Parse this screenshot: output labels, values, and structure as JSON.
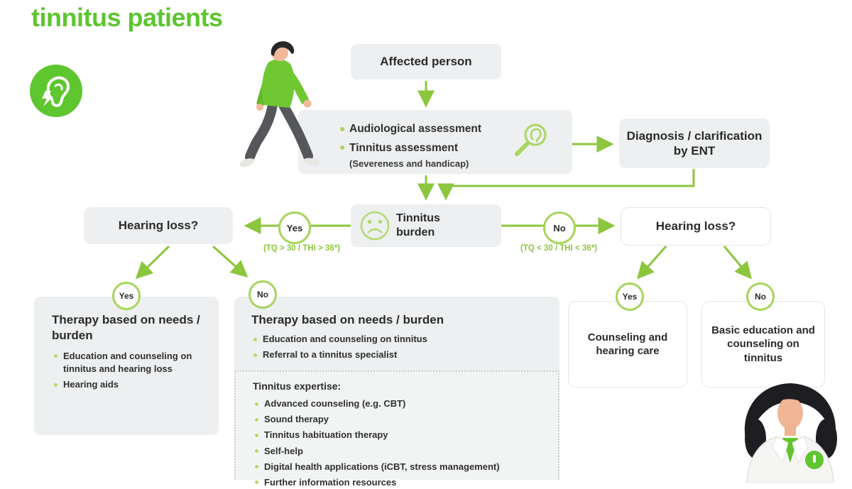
{
  "title": "tinnitus patients",
  "labels": {
    "yes": "Yes",
    "no": "No"
  },
  "nodes": {
    "affected_person": "Affected person",
    "assessment_items": [
      "Audiological assessment",
      "Tinnitus assessment"
    ],
    "assessment_note": "(Severeness and handicap)",
    "diagnosis": "Diagnosis / clarification by ENT",
    "tinnitus_burden": "Tinnitus burden",
    "hearing_loss_left": "Hearing loss?",
    "hearing_loss_right": "Hearing loss?",
    "threshold_high": "(TQ > 30 / THI > 36*)",
    "threshold_low": "(TQ < 30 / THI < 36*)"
  },
  "outcomes": {
    "therapy_left": {
      "title": "Therapy based on needs / burden",
      "items": [
        "Education and counseling on tinnitus and hearing loss",
        "Hearing aids"
      ]
    },
    "therapy_middle": {
      "title": "Therapy based on needs / burden",
      "items": [
        "Education and counseling on tinnitus",
        "Referral to a tinnitus specialist"
      ],
      "expertise_title": "Tinnitus expertise:",
      "expertise_items": [
        "Advanced counseling (e.g. CBT)",
        "Sound therapy",
        "Tinnitus habituation therapy",
        "Self-help",
        "Digital health applications (iCBT, stress management)",
        "Further information resources"
      ]
    },
    "counseling": "Counseling and hearing care",
    "basic_education": "Basic education and counseling on tinnitus"
  },
  "icons": {
    "ear_badge": "ear-lightning-icon",
    "magnifier": "ear-examination-icon",
    "sad_face": "sad-face-icon",
    "patient": "walking-patient-illustration",
    "doctor": "doctor-illustration"
  },
  "colors": {
    "brand_green": "#5cc52f",
    "line_green": "#8cc63f",
    "light_green": "#a5d55c",
    "box_gray": "#edeff0",
    "text_dark": "#2b2b2b"
  }
}
